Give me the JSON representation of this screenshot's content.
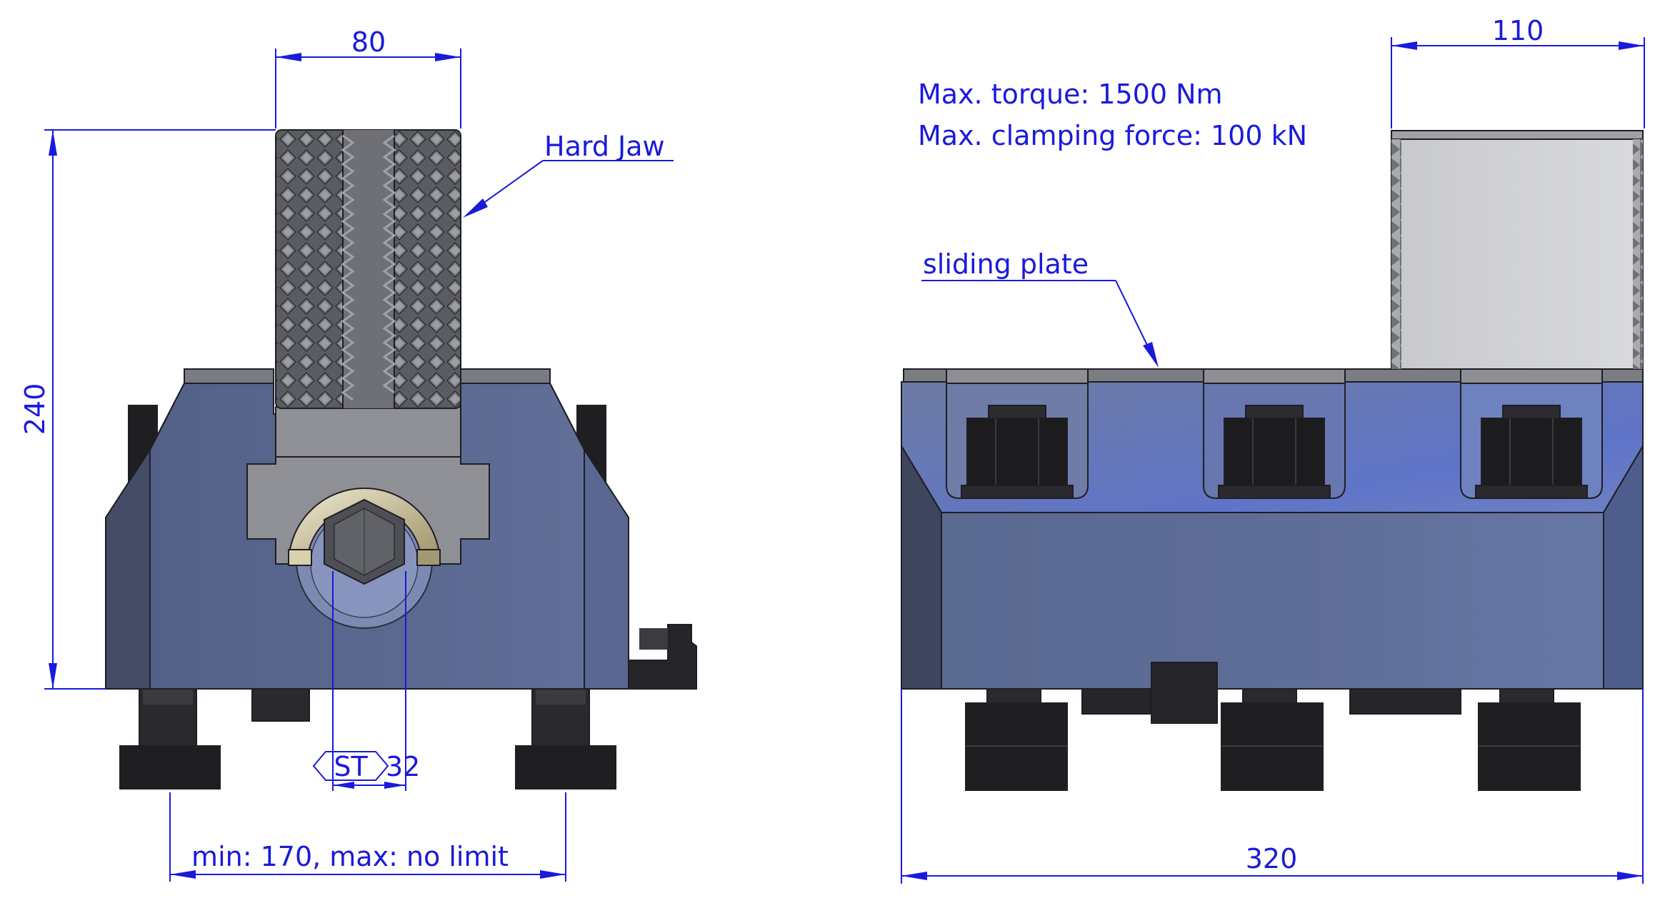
{
  "front_view": {
    "jaw_width": "80",
    "overall_height": "240",
    "jaw_label": "Hard Jaw",
    "wrench_symbol": "ST",
    "wrench_size": "32",
    "spacing": "min: 170, max: no limit"
  },
  "side_view": {
    "jaw_width": "110",
    "overall_length": "320",
    "plate_label": "sliding plate",
    "spec_torque": "Max. torque: 1500 Nm",
    "spec_force": "Max. clamping force: 100 kN"
  },
  "colors": {
    "dimension": "#1a1adc",
    "body_blue": "#5d6c93",
    "body_dark": "#3d4354",
    "jaw_grey": "#8a8c90",
    "jaw_light": "#cfd0d3",
    "bolt_black": "#1c1c1e"
  },
  "icons": [
    "hex-nut-icon",
    "knurled-jaw-icon",
    "wrench-size-symbol-icon"
  ]
}
